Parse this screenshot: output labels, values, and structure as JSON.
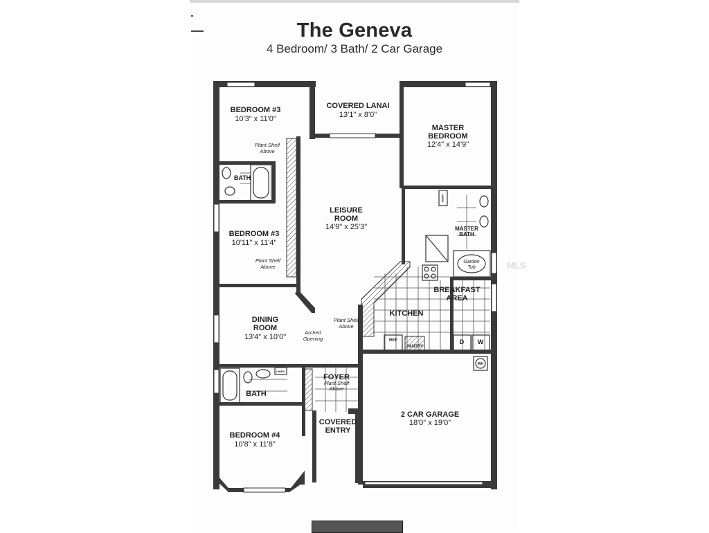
{
  "header": {
    "title": "The Geneva",
    "subtitle": "4 Bedroom/ 3 Bath/ 2 Car Garage"
  },
  "rooms": {
    "bedroom3_top": {
      "name": "BEDROOM #3",
      "size": "10'3\" x 11'0\""
    },
    "covered_lanai": {
      "name": "COVERED LANAI",
      "size": "13'1\" x 8'0\""
    },
    "master_bedroom": {
      "name_line1": "MASTER",
      "name_line2": "BEDROOM",
      "size": "12'4\" x 14'9\""
    },
    "bath_top": {
      "name": "BATH"
    },
    "leisure_room": {
      "name_line1": "LEISURE",
      "name_line2": "ROOM",
      "size": "14'9\" x 25'3\""
    },
    "bedroom3_lower": {
      "name": "BEDROOM #3",
      "size": "10'11\" x 11'4\""
    },
    "master_bath": {
      "name_line1": "MASTER",
      "name_line2": "BATH"
    },
    "garden_tub": {
      "line1": "Garden",
      "line2": "Tub"
    },
    "breakfast_area": {
      "name_line1": "BREAKFAST",
      "name_line2": "AREA"
    },
    "kitchen": {
      "name": "KITCHEN"
    },
    "dining_room": {
      "name_line1": "DINING",
      "name_line2": "ROOM",
      "size": "13'4\" x 10'0\""
    },
    "bath_lower": {
      "name": "BATH"
    },
    "foyer": {
      "name": "FOYER"
    },
    "covered_entry": {
      "name_line1": "COVERED",
      "name_line2": "ENTRY"
    },
    "garage": {
      "name": "2 CAR GARAGE",
      "size": "18'0\" x 19'0\""
    },
    "bedroom4": {
      "name": "BEDROOM #4",
      "size": "10'8\" x 11'8\""
    }
  },
  "notes": {
    "plant_shelf_line1": "Plant Shelf",
    "plant_shelf_line2": "Above",
    "arched_line1": "Arched",
    "arched_line2": "Opening"
  },
  "fixtures": {
    "ref": "REF",
    "pantry": "PANTRY",
    "dryer": "D",
    "washer": "W",
    "water_heater": "WH",
    "linen": "LINEN"
  },
  "watermark": "MLS"
}
